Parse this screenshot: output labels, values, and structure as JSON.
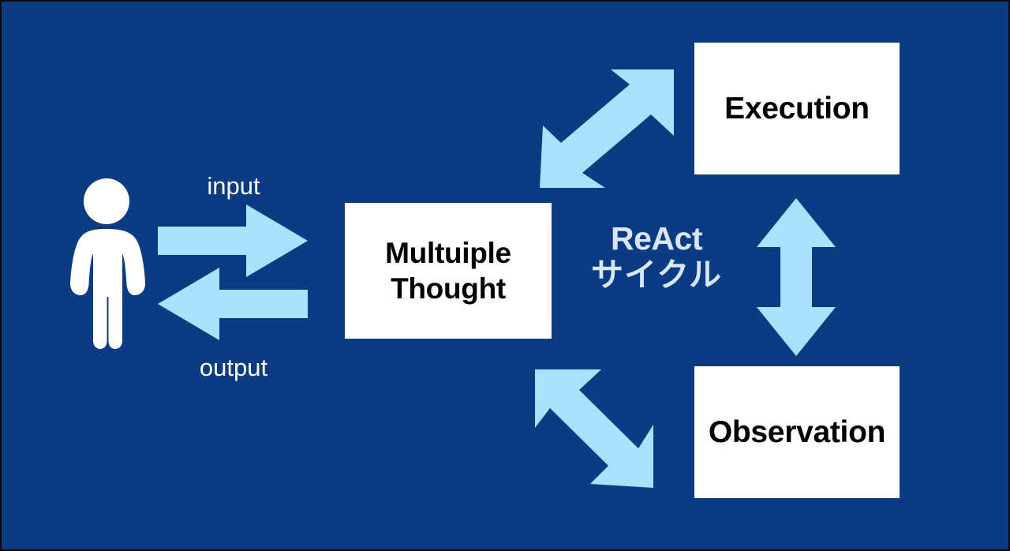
{
  "diagram": {
    "title": "ReAct cycle agent loop diagram",
    "background_color": "#0B3C83",
    "accent_color": "#A9E0FB",
    "box_fill_color": "#FFFFFF",
    "box_text_color": "#000000",
    "caption_color": "#FFFFFF",
    "react_label_color": "#D8E6F7"
  },
  "actor": {
    "icon": "person-icon",
    "label": "human user"
  },
  "flow_labels": {
    "input": "input",
    "output": "output"
  },
  "center_label": {
    "line1": "ReAct",
    "line2": "サイクル"
  },
  "nodes": [
    {
      "id": "thought",
      "label": "Multuiple\nThought",
      "icon": "box-node"
    },
    {
      "id": "execution",
      "label": "Execution",
      "icon": "box-node"
    },
    {
      "id": "observation",
      "label": "Observation",
      "icon": "box-node"
    }
  ],
  "connectors": [
    {
      "id": "input-arrow",
      "icon": "arrow-right-icon",
      "from": "user",
      "to": "thought",
      "label": "input"
    },
    {
      "id": "output-arrow",
      "icon": "arrow-left-icon",
      "from": "thought",
      "to": "user",
      "label": "output"
    },
    {
      "id": "thought-execution",
      "icon": "arrow-diagonal-up-icon",
      "from": "thought",
      "to": "execution",
      "label": ""
    },
    {
      "id": "execution-observation",
      "icon": "arrow-vertical-icon",
      "from": "execution",
      "to": "observation",
      "label": ""
    },
    {
      "id": "thought-observation",
      "icon": "arrow-diagonal-down-icon",
      "from": "thought",
      "to": "observation",
      "label": ""
    }
  ]
}
